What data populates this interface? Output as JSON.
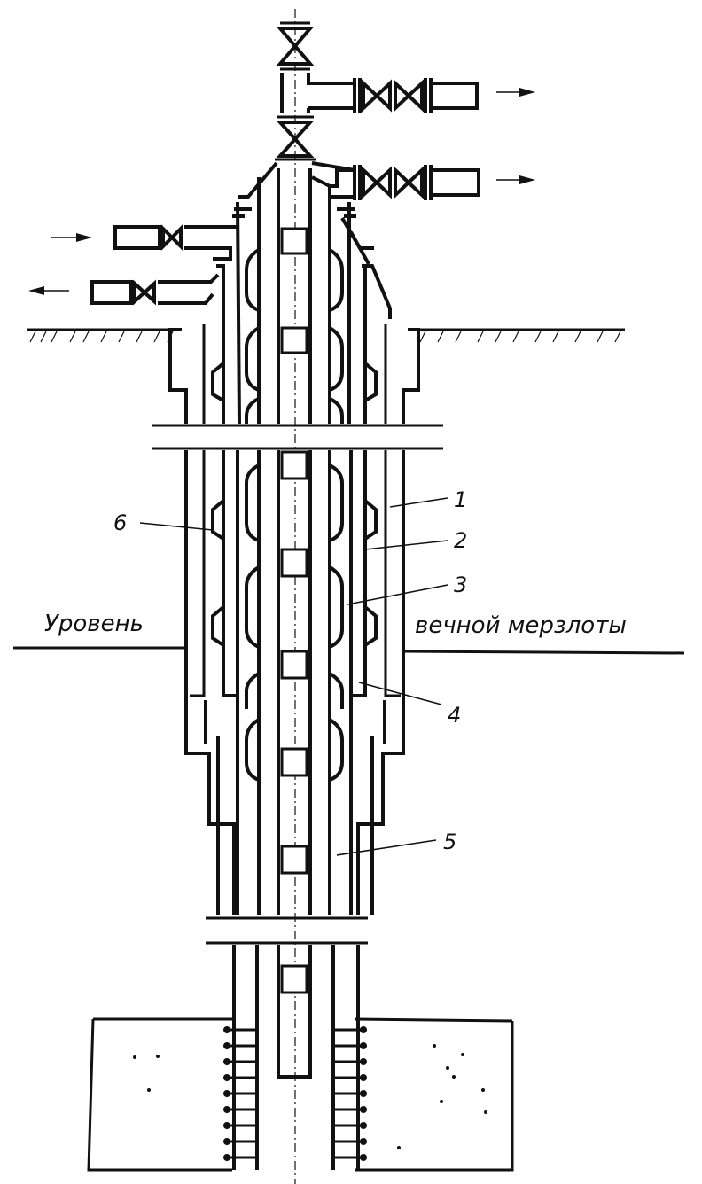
{
  "labels": {
    "level_left": "Уровень",
    "level_right": "вечной мерзлоты"
  },
  "callouts": [
    "1",
    "2",
    "3",
    "4",
    "5",
    "6"
  ]
}
